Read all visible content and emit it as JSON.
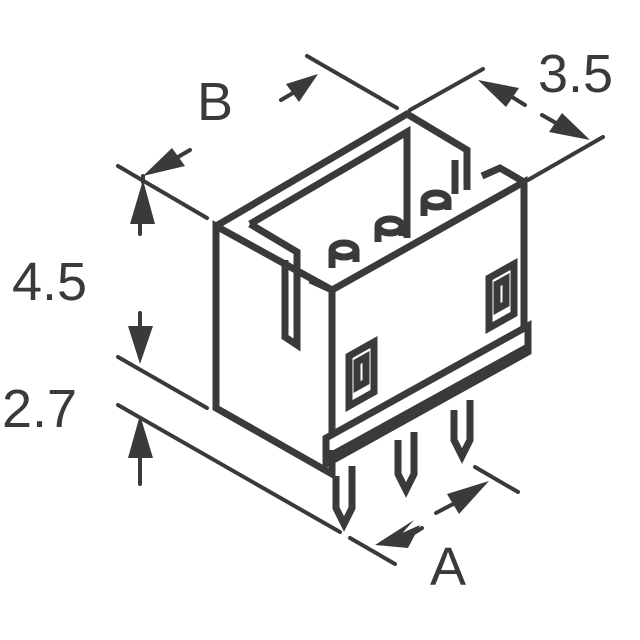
{
  "diagram": {
    "subject": "3-pin vertical header connector, isometric view",
    "line_color": "#3a3a3c",
    "background": "#ffffff",
    "dimensions": {
      "a": "A",
      "b": "B",
      "depth": "3.5",
      "body_height": "4.5",
      "pin_length": "2.7"
    },
    "pin_count": 3
  }
}
